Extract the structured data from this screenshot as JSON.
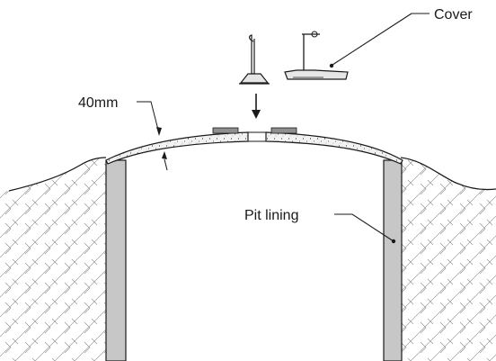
{
  "labels": {
    "cover": "Cover",
    "thickness": "40mm",
    "pit_lining": "Pit lining"
  },
  "colors": {
    "line": "#1a1a1a",
    "lining_fill": "#c7c7c7",
    "hatch": "#8a8a8a",
    "slab_fill": "#f2f2f2",
    "plate_fill": "#8f8f8f"
  }
}
